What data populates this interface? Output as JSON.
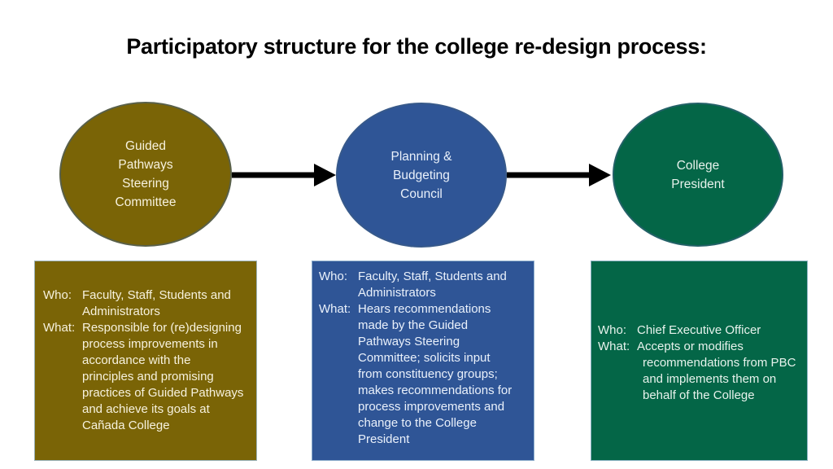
{
  "title": "Participatory structure for the college re-design process:",
  "colors": {
    "olive": "#7A6406",
    "blue": "#2F5596",
    "green": "#046647",
    "arrow": "#000000",
    "title_text": "#000000"
  },
  "ellipses": [
    {
      "id": "guided-pathways-steering-committee",
      "label": "Guided\nPathways\nSteering\nCommittee",
      "fill": "#7A6406"
    },
    {
      "id": "planning-budgeting-council",
      "label": "Planning &\nBudgeting\nCouncil",
      "fill": "#2F5596"
    },
    {
      "id": "college-president",
      "label": "College\nPresident",
      "fill": "#046647"
    }
  ],
  "boxes": [
    {
      "id": "guided-pathways-detail",
      "fill": "#7A6406",
      "lines": [
        {
          "label": "Who:",
          "text": "Faculty, Staff, Students and"
        },
        {
          "label": "",
          "text": "Administrators"
        },
        {
          "label": "What:",
          "text": "Responsible for (re)designing"
        },
        {
          "label": "",
          "text": "process improvements in"
        },
        {
          "label": "",
          "text": "accordance with the"
        },
        {
          "label": "",
          "text": "principles and promising"
        },
        {
          "label": "",
          "text": "practices of Guided Pathways"
        },
        {
          "label": "",
          "text": "and achieve its goals at"
        },
        {
          "label": "",
          "text": "Cañada College"
        }
      ]
    },
    {
      "id": "pbc-detail",
      "fill": "#2F5596",
      "lines": [
        {
          "label": "Who:",
          "text": "Faculty, Staff, Students and"
        },
        {
          "label": "",
          "text": "Administrators"
        },
        {
          "label": "What:",
          "text": "Hears recommendations"
        },
        {
          "label": "",
          "text": "made by the Guided"
        },
        {
          "label": "",
          "text": "Pathways Steering"
        },
        {
          "label": "",
          "text": "Committee; solicits input"
        },
        {
          "label": "",
          "text": "from constituency groups;"
        },
        {
          "label": "",
          "text": "makes recommendations for"
        },
        {
          "label": "",
          "text": "process improvements and"
        },
        {
          "label": "",
          "text": "change to the College"
        },
        {
          "label": "",
          "text": "President"
        }
      ]
    },
    {
      "id": "college-president-detail",
      "fill": "#046647",
      "lines": [
        {
          "label": "Who:",
          "text": "Chief Executive Officer"
        },
        {
          "label": "What:",
          "text": "Accepts or modifies"
        },
        {
          "label": "",
          "text": "recommendations from PBC"
        },
        {
          "label": "",
          "text": "and implements them on"
        },
        {
          "label": "",
          "text": "behalf of the College"
        }
      ]
    }
  ]
}
